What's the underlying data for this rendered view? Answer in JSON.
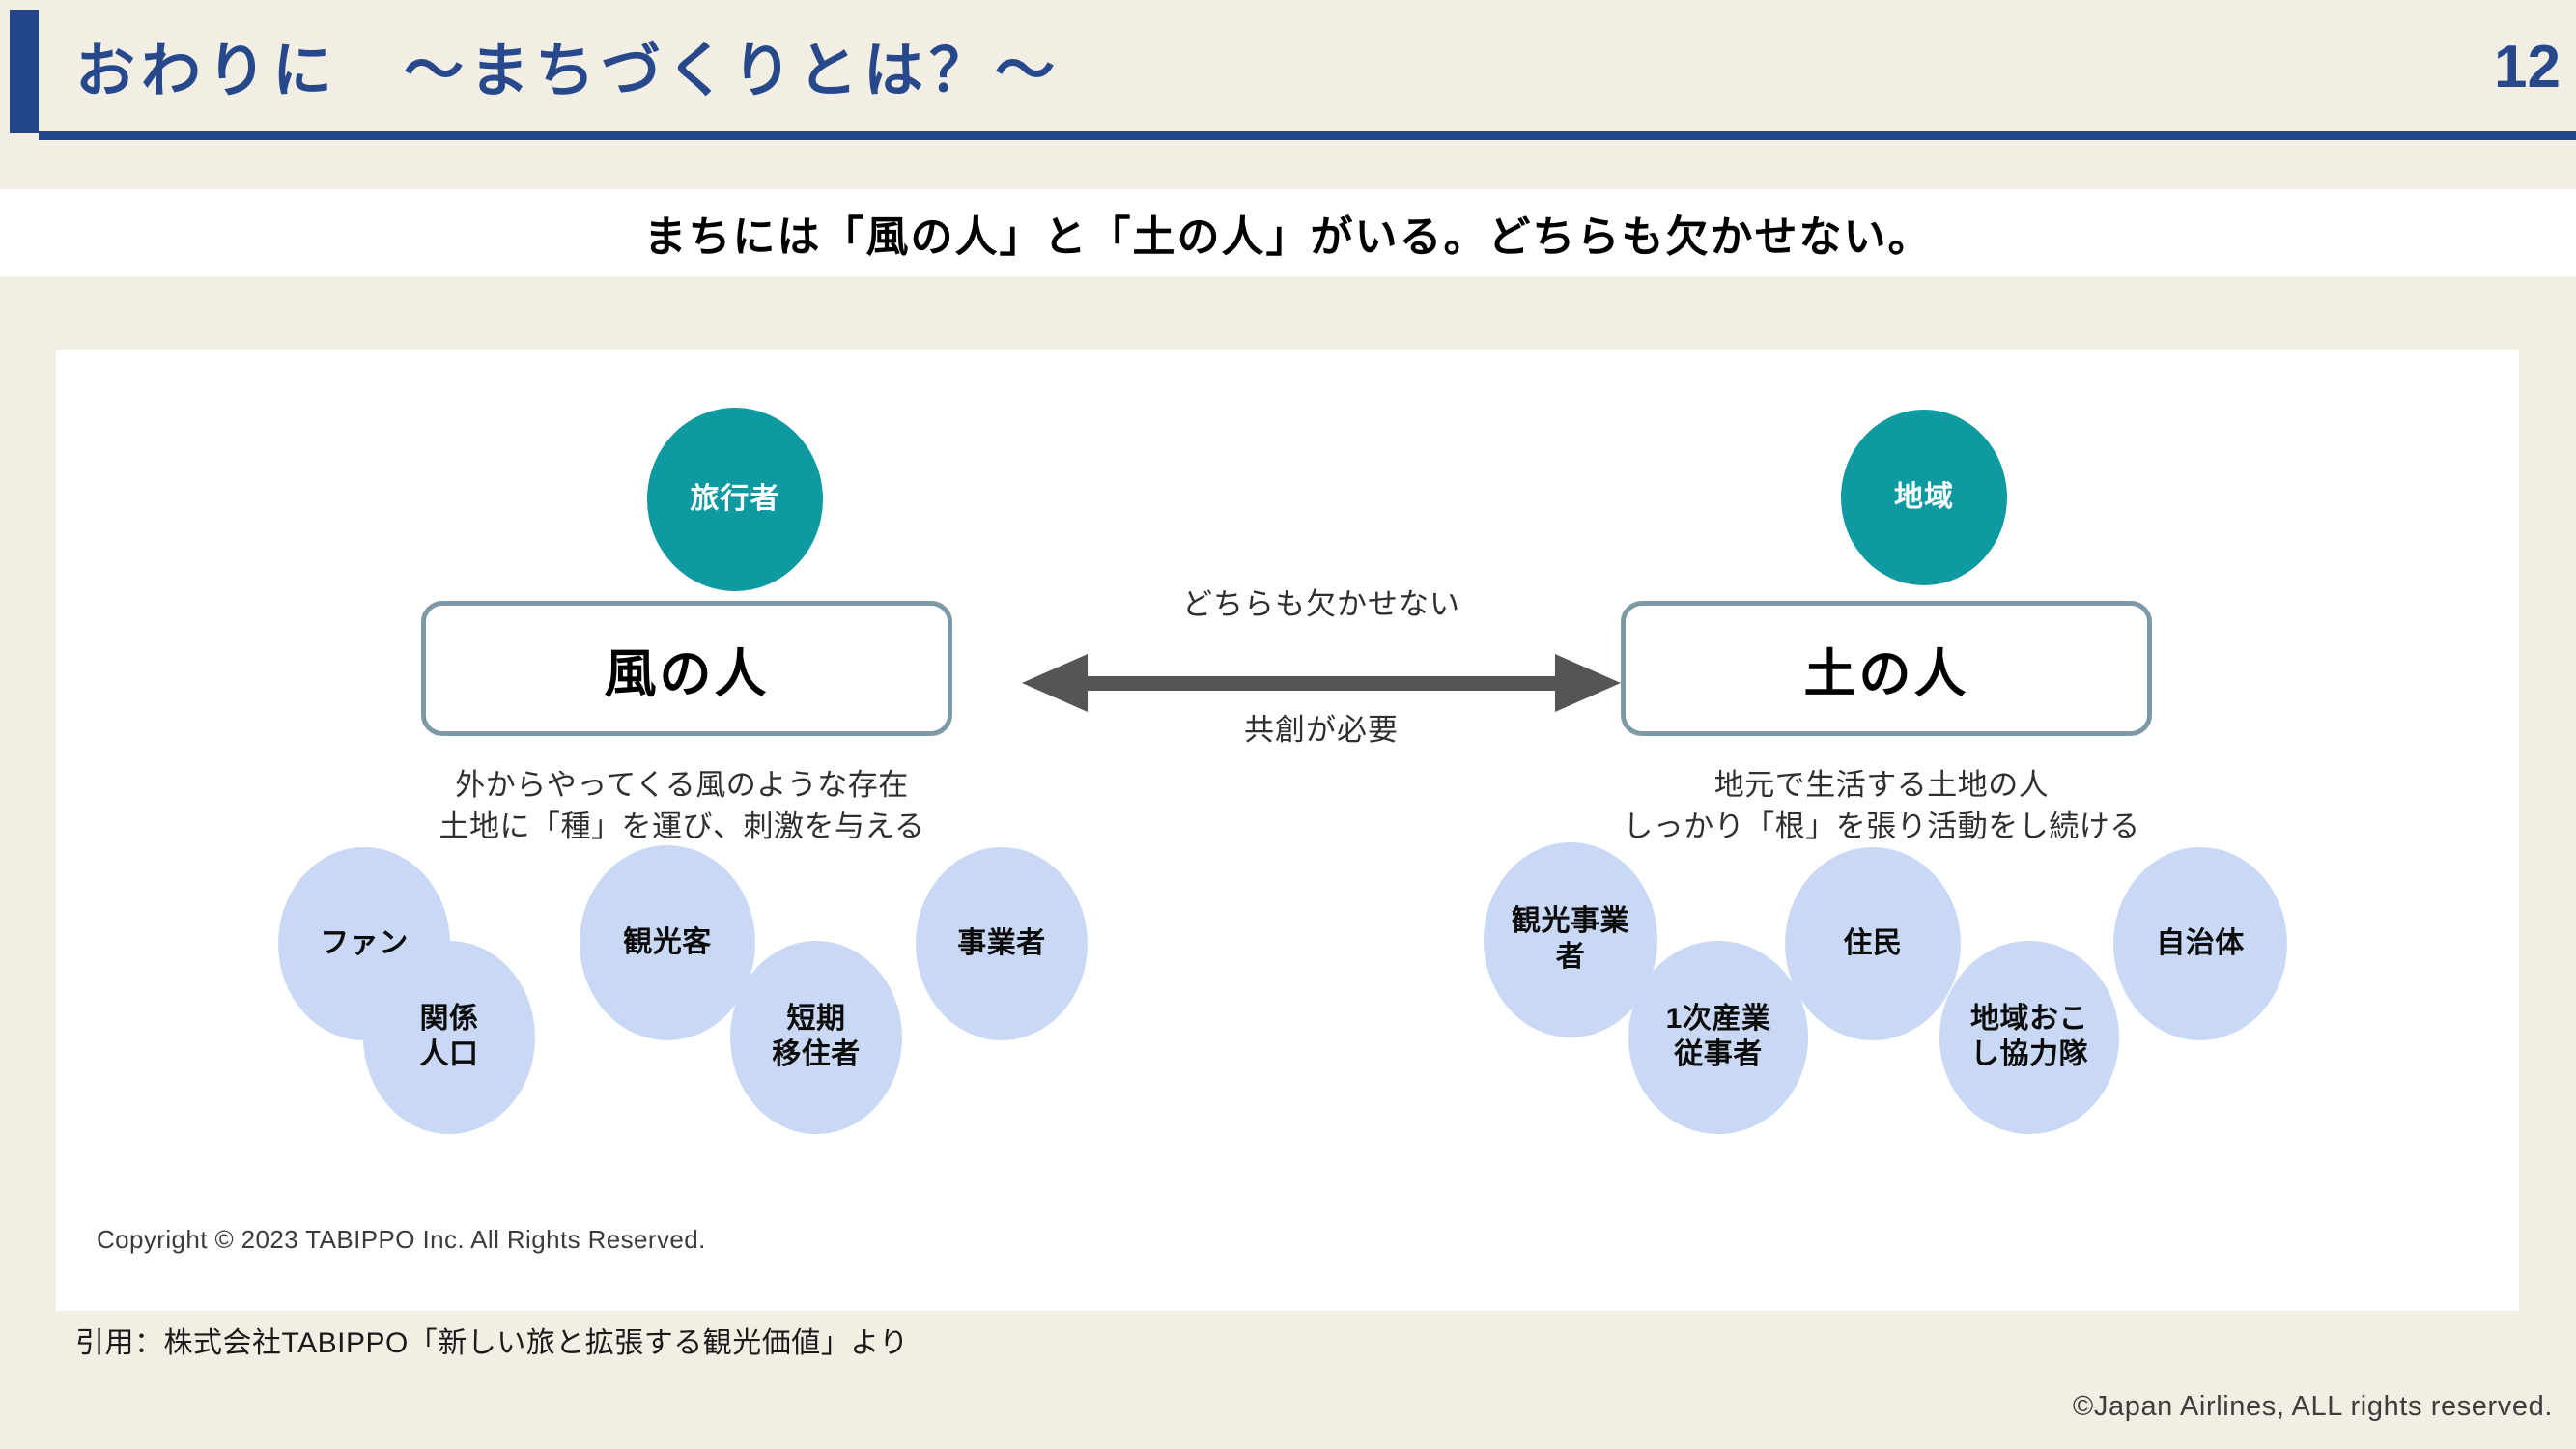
{
  "header": {
    "title": "おわりに　〜まちづくりとは？〜",
    "page_number": "12",
    "accent_color": "#24478c",
    "background_color": "#f2eee4"
  },
  "subtitle": {
    "text": "まちには「風の人」と「土の人」がいる。どちらも欠かせない。"
  },
  "diagram": {
    "left": {
      "circle_label": "旅行者",
      "box_label": "風の人",
      "caption_line1": "外からやってくる風のような存在",
      "caption_line2": "土地に「種」を運び、刺激を与える",
      "tags": [
        {
          "label": "ファン"
        },
        {
          "label": "関係\n人口"
        },
        {
          "label": "観光客"
        },
        {
          "label": "短期\n移住者"
        },
        {
          "label": "事業者"
        }
      ]
    },
    "right": {
      "circle_label": "地域",
      "box_label": "土の人",
      "caption_line1": "地元で生活する土地の人",
      "caption_line2": "しっかり「根」を張り活動をし続ける",
      "tags": [
        {
          "label": "観光事業\n者"
        },
        {
          "label": "1次産業\n従事者"
        },
        {
          "label": "住民"
        },
        {
          "label": "地域おこ\nし協力隊"
        },
        {
          "label": "自治体"
        }
      ]
    },
    "arrow": {
      "label_top": "どちらも欠かせない",
      "label_bottom": "共創が必要",
      "color": "#555555"
    },
    "colors": {
      "teal": "#0f99a1",
      "pale_blue": "#c9d9f5",
      "box_border": "#7d98a6"
    },
    "panel_copyright": "Copyright © 2023 TABIPPO Inc. All Rights Reserved."
  },
  "footer": {
    "citation": "引用：株式会社TABIPPO「新しい旅と拡張する観光価値」より",
    "jal_copyright": "©Japan Airlines, ALL rights reserved."
  }
}
